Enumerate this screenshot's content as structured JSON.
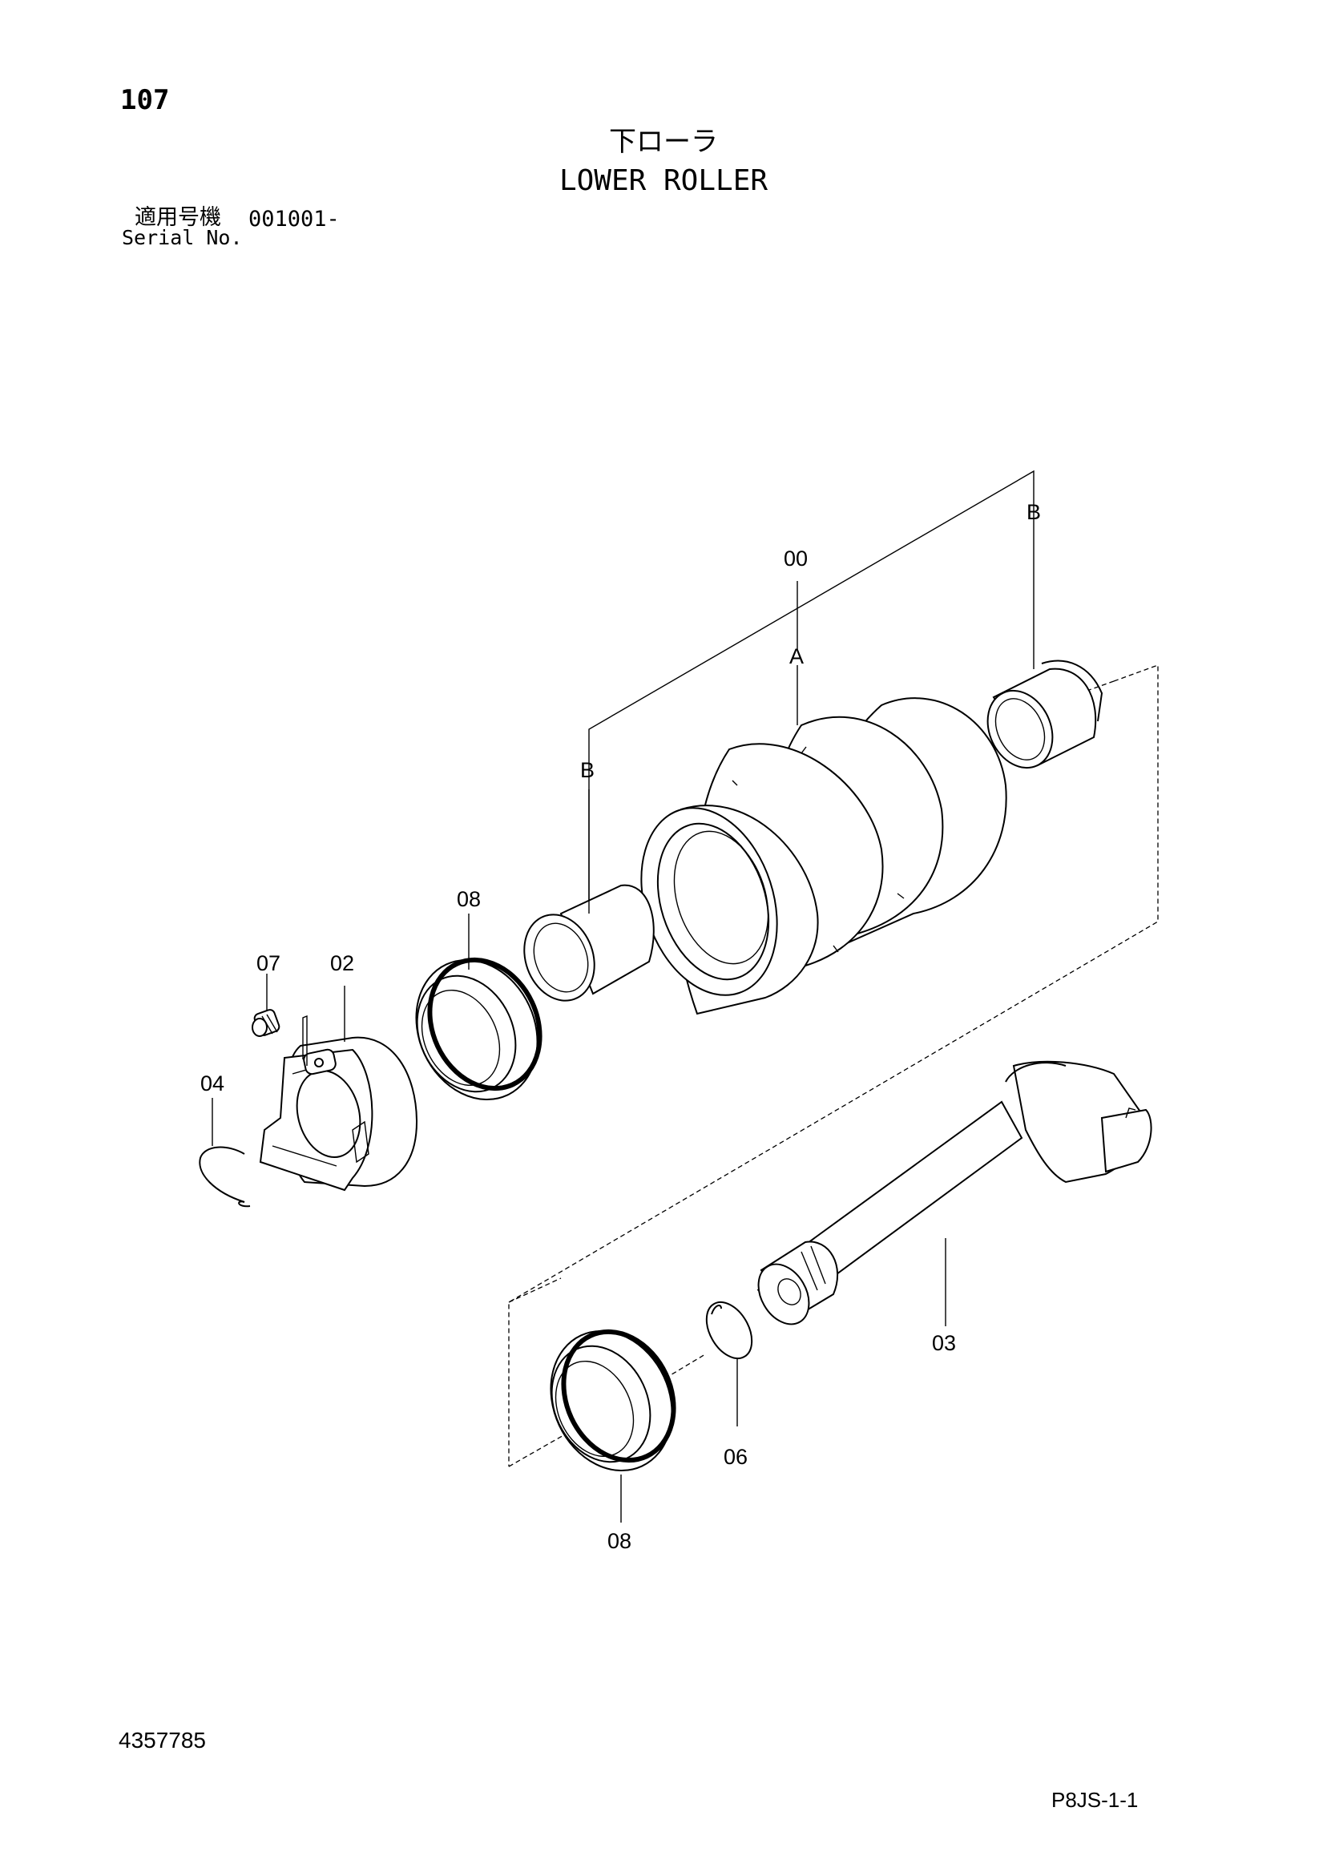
{
  "header": {
    "page_number": "107",
    "title_jp": "下ローラ",
    "title_en": "LOWER ROLLER",
    "serial_label_jp": "適用号機",
    "serial_code": "001001-",
    "serial_label_en": "Serial No."
  },
  "callouts": {
    "item_00": "00",
    "item_A": "A",
    "item_B_right": "B",
    "item_B_left": "B",
    "item_08_upper": "08",
    "item_07": "07",
    "item_02": "02",
    "item_04": "04",
    "item_03": "03",
    "item_06": "06",
    "item_08_lower": "08"
  },
  "footer": {
    "part_number": "4357785",
    "sheet_code": "P8JS-1-1"
  }
}
